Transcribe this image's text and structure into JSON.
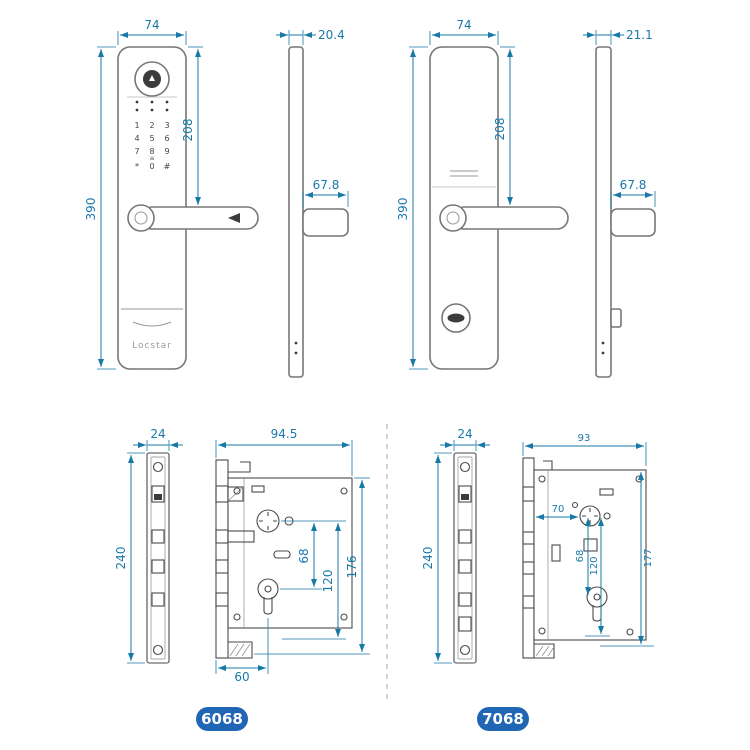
{
  "colors": {
    "dimension_blue": "#1879a8",
    "outline_gray": "#777777",
    "drawing_gray": "#4a4a4a",
    "badge_blue": "#2166b5",
    "badge_text": "#ffffff"
  },
  "top_views": {
    "front": {
      "width": "74",
      "height": "390",
      "upper_section": "208",
      "keys": [
        "1",
        "2",
        "3",
        "4",
        "5",
        "6",
        "7",
        "8",
        "9",
        "*",
        "0",
        "#"
      ],
      "menu_glyph": "≡",
      "brand": "Locstar"
    },
    "side_front": {
      "depth": "20.4",
      "handle_length": "67.8"
    },
    "back": {
      "width": "74",
      "height": "390",
      "upper_section": "208"
    },
    "side_back": {
      "depth": "21.1",
      "handle_length": "67.8"
    }
  },
  "mortise_left": {
    "faceplate_width": "24",
    "faceplate_height": "240",
    "body_width": "94.5",
    "spindle_to_cylinder": "68",
    "dim_120": "120",
    "body_height": "176",
    "backset": "60",
    "model": "6068"
  },
  "mortise_right": {
    "faceplate_width": "24",
    "faceplate_height": "240",
    "body_width": "93",
    "dim_70": "70",
    "dim_68": "68",
    "dim_120": "120",
    "body_height": "177",
    "model": "7068"
  }
}
